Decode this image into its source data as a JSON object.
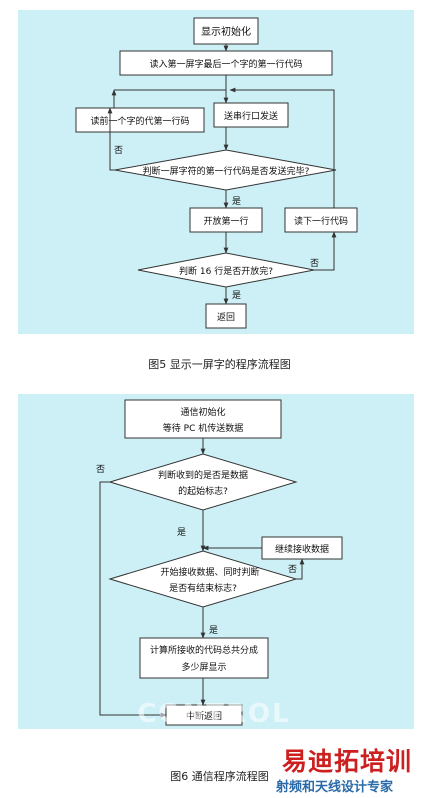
{
  "figure5": {
    "caption": "图5   显示一屏字的程序流程图",
    "nodes": {
      "display_init": "显示初始化",
      "read_first_row_last_char": "读入第一屏字最后一个字的第一行代码",
      "read_prev_char_code": "读前一个字的代第一行码",
      "serial_send": "送串行口发送",
      "judge_sent": "判断一屏字符的第一行代码是否发送完毕?",
      "open_first_row": "开放第一行",
      "read_next_row_code": "读下一行代码",
      "judge_16_rows": "判断 16 行是否开放完?",
      "return": "返回"
    },
    "labels": {
      "no_left": "否",
      "yes_1": "是",
      "no_right": "否",
      "yes_2": "是"
    }
  },
  "figure6": {
    "caption": "图6   通信程序流程图",
    "nodes": {
      "comm_init_line1": "通信初始化",
      "comm_init_line2": "等待 PC 机传送数据",
      "judge_start_line1": "判断收到的是否是数据",
      "judge_start_line2": "的起始标志?",
      "continue_receive": "继续接收数据",
      "start_receive_line1": "开始接收数据、同时判断",
      "start_receive_line2": "是否有结束标志?",
      "compute_line1": "计算所接收的代码总共分成",
      "compute_line2": "多少屏显示",
      "interrupt_return": "中断返回"
    },
    "labels": {
      "no_outer": "否",
      "yes_1": "是",
      "no_inner": "否",
      "yes_2": "是"
    }
  },
  "watermark": {
    "logo_text": "CONTROL",
    "brand": "易迪拓培训",
    "slogan": "射频和天线设计专家"
  }
}
